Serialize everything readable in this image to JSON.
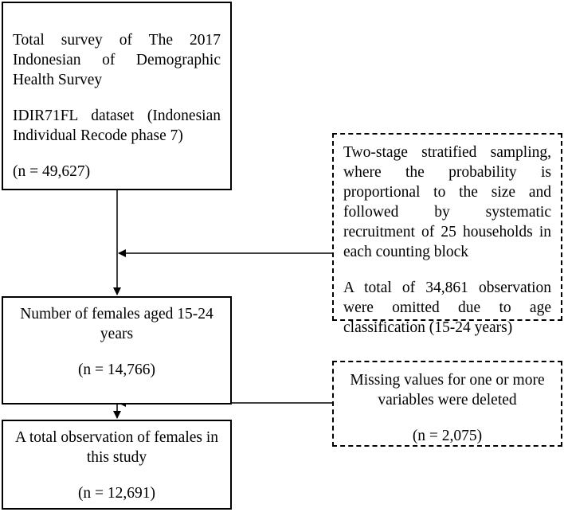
{
  "box_total_survey": {
    "title": "Total survey of The 2017 Indonesian of Demographic Health Survey",
    "dataset": "IDIR71FL dataset (Indonesian Individual Recode phase 7)",
    "n": "(n = 49,627)"
  },
  "box_females_15_24": {
    "title": "Number of females aged 15-24 years",
    "n": "(n = 14,766)"
  },
  "box_study_total": {
    "title": "A total observation of females in this study",
    "n": "(n = 12,691)"
  },
  "box_sampling": {
    "description": "Two-stage stratified sampling, where the probability is proportional to the size and followed by systematic recruitment of 25 households in each counting block",
    "omitted": "A total of 34,861 observation were omitted due to age classification (15-24 years)"
  },
  "box_missing": {
    "description": "Missing values for one or more variables were deleted",
    "n": "(n = 2,075)"
  }
}
